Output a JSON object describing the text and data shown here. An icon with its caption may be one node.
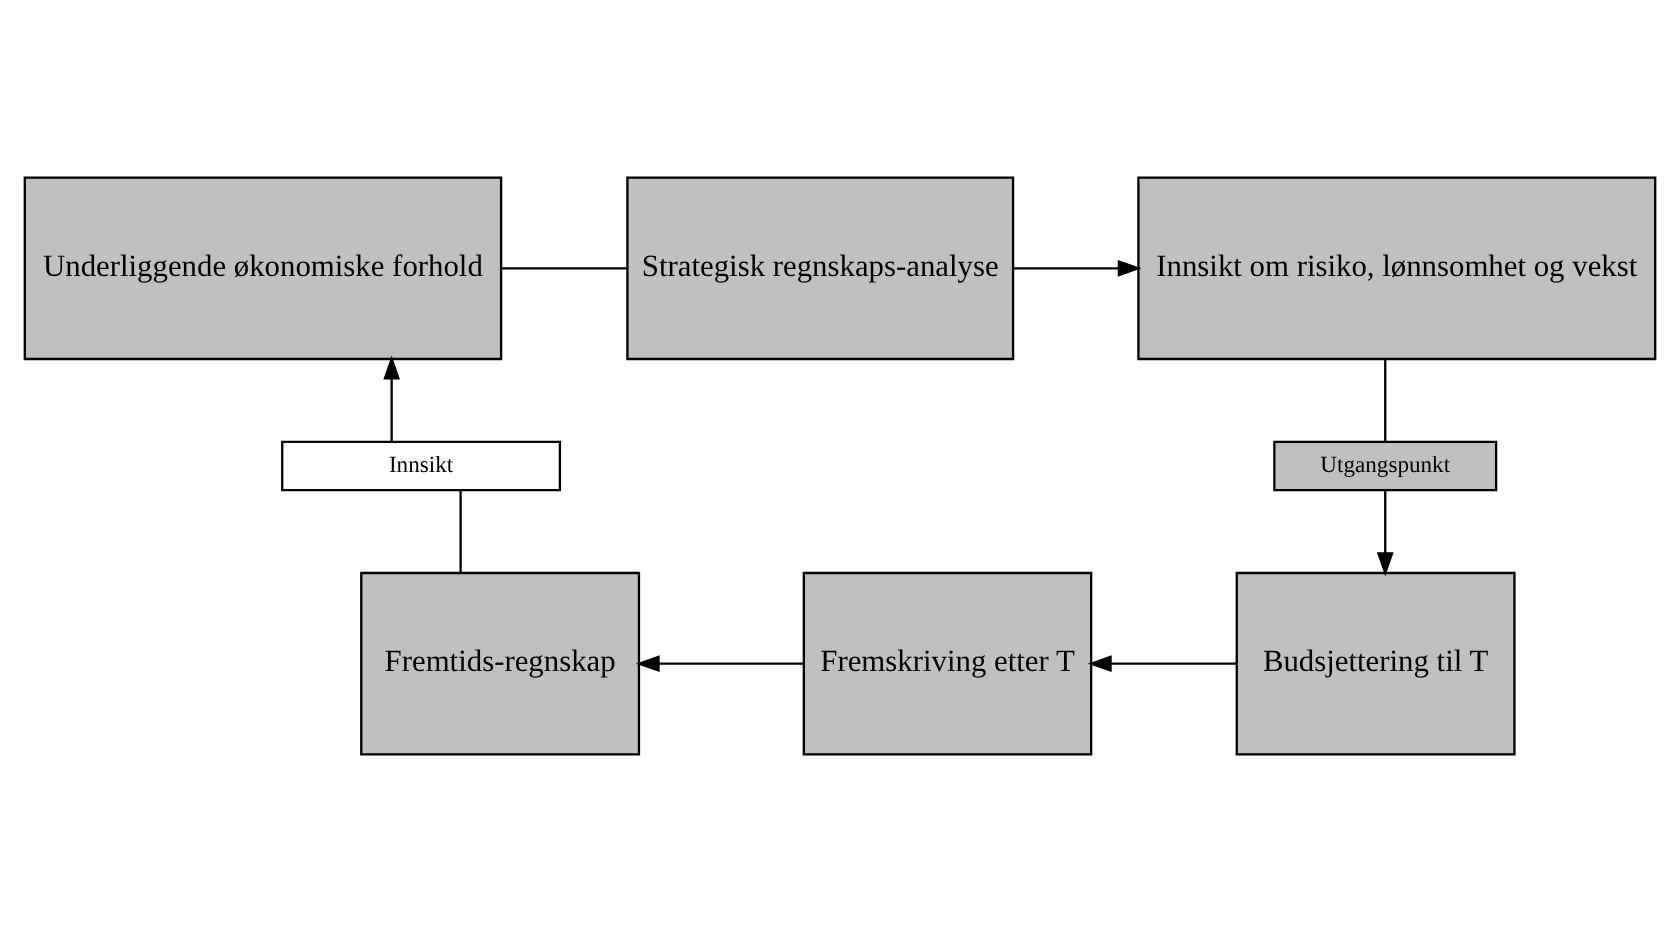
{
  "diagram": {
    "nodes": [
      {
        "text": [
          "Underliggende økonomiske forhold"
        ]
      },
      {
        "text": [
          "Strategisk regnskaps-analyse"
        ]
      },
      {
        "text": [
          "Innsikt om risiko, lønnsomhet og vekst"
        ]
      },
      {
        "text": [
          "Utgangspunkt"
        ]
      },
      {
        "text": [
          "Budsjettering til T"
        ]
      },
      {
        "text": [
          "Fremskriving etter T"
        ]
      },
      {
        "text": [
          "Fremtids-regnskap"
        ]
      },
      {
        "text": [
          "Innsikt"
        ]
      }
    ],
    "edges": [
      {
        "from": 0,
        "to": 1,
        "arrow": "none"
      },
      {
        "from": 1,
        "to": 2,
        "arrow": "to"
      },
      {
        "from": 2,
        "to": 3,
        "arrow": "none"
      },
      {
        "from": 3,
        "to": 4,
        "arrow": "to"
      },
      {
        "from": 4,
        "to": 5,
        "arrow": "to"
      },
      {
        "from": 5,
        "to": 6,
        "arrow": "to"
      },
      {
        "from": 6,
        "to": 7,
        "arrow": "none"
      },
      {
        "from": 7,
        "to": 0,
        "arrow": "to"
      }
    ]
  }
}
